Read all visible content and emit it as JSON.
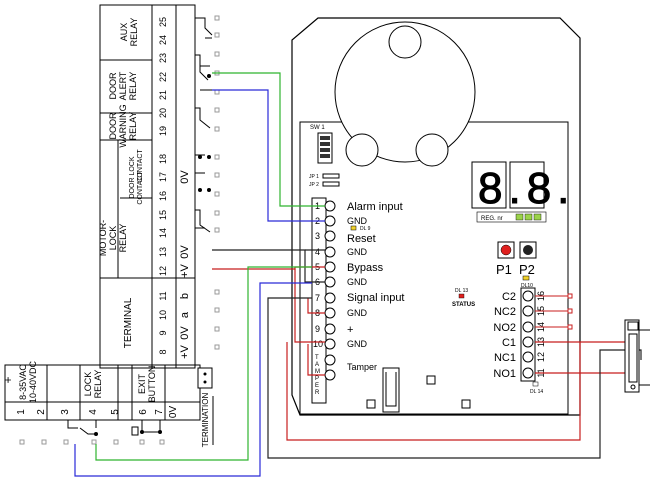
{
  "left_block": {
    "aux_relay": "AUX\nRELAY",
    "door_alert_relay": "DOOR\nALERT\nRELAY",
    "door_warning_relay": "DOOR\nWARNING\nRELAY",
    "lock_contact": "LOCK\nCONTACT",
    "door_contact": "DOOR\nCONTACT",
    "motor_lock_relay": "MOTOR-\nLOCK\nRELAY",
    "terminal": "TERMINAL",
    "pins": [
      "25",
      "24",
      "23",
      "22",
      "21",
      "20",
      "19",
      "18",
      "17",
      "16",
      "15",
      "14",
      "13",
      "12",
      "11",
      "10",
      "9",
      "8"
    ],
    "pin_signals": {
      "zero_v_a": "0V",
      "zero_v_b": "0V",
      "plus_v_a": "+V",
      "b_a": "b",
      "a": "a",
      "zero_v_c": "0V",
      "plus_v_b": "+V"
    }
  },
  "bottom_block": {
    "supply": "8-35VAC\n10-40VDC",
    "lock_relay": "LOCK\nRELAY",
    "exit_button": "EXIT\nBUTTON",
    "plus": "+",
    "pins": [
      "1",
      "2",
      "3",
      "4",
      "5",
      "6",
      "7"
    ],
    "zero_v": "0V",
    "termination": "TERMINATION"
  },
  "controller": {
    "sw_label": "SW 1",
    "jp1": "JP 1",
    "jp2": "JP 2",
    "left_terminals": {
      "pins": [
        "1",
        "2",
        "3",
        "4",
        "5",
        "6",
        "7",
        "8",
        "9",
        "10",
        "T",
        "A",
        "M",
        "P",
        "E",
        "R"
      ],
      "labels": {
        "alarm_input": "Alarm input",
        "gnd_1": "GND",
        "reset": "Reset",
        "gnd_2": "GND",
        "bypass": "Bypass",
        "gnd_3": "GND",
        "signal_input": "Signal input",
        "gnd_4": "GND",
        "plus": "+",
        "gnd_5": "GND",
        "tamper": "Tamper"
      },
      "dl9": "DL 9"
    },
    "display_digits": "8.8.",
    "reg_nr": "REG. nr",
    "p1": "P1",
    "p2": "P2",
    "dl10": "DL10",
    "dl13": "DL 13",
    "status": "STATUS",
    "dl14": "DL 14",
    "right_terminals": {
      "pins": [
        "16",
        "15",
        "14",
        "13",
        "12",
        "11"
      ],
      "labels": [
        "C2",
        "NC2",
        "NO2",
        "C1",
        "NC1",
        "NO1"
      ]
    }
  },
  "colors": {
    "green_wire": "#2fb52f",
    "blue_wire": "#2a2ad8",
    "red_wire": "#c81e1e",
    "black_wire": "#222222",
    "led_yellow": "#f2d22a",
    "led_red": "#e0201e",
    "led_green": "#9bd34a"
  }
}
